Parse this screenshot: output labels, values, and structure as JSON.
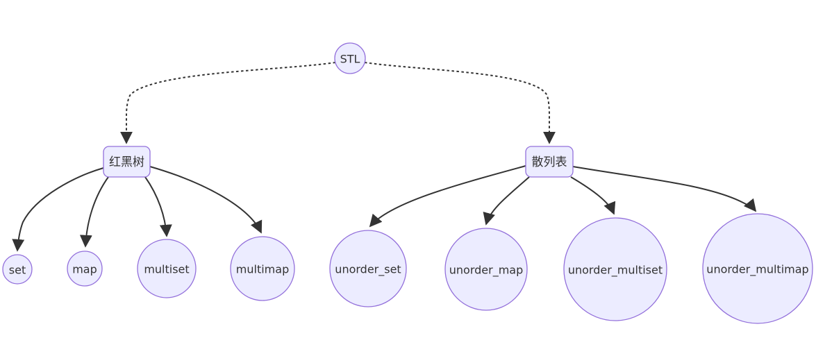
{
  "diagram": {
    "type": "flowchart-top-down",
    "nodes": {
      "stl": {
        "label": "STL",
        "shape": "circle"
      },
      "rbtree": {
        "label": "红黑树",
        "shape": "rounded-rect"
      },
      "hash": {
        "label": "散列表",
        "shape": "rounded-rect"
      },
      "set": {
        "label": "set",
        "shape": "circle"
      },
      "map": {
        "label": "map",
        "shape": "circle"
      },
      "multiset": {
        "label": "multiset",
        "shape": "circle"
      },
      "multimap": {
        "label": "multimap",
        "shape": "circle"
      },
      "unorder_set": {
        "label": "unorder_set",
        "shape": "circle"
      },
      "unorder_map": {
        "label": "unorder_map",
        "shape": "circle"
      },
      "unorder_multiset": {
        "label": "unorder_multiset",
        "shape": "circle"
      },
      "unorder_multimap": {
        "label": "unorder_multimap",
        "shape": "circle"
      }
    },
    "edges": [
      {
        "from": "STL",
        "to": "红黑树",
        "style": "dotted",
        "arrow": true
      },
      {
        "from": "STL",
        "to": "散列表",
        "style": "dotted",
        "arrow": true
      },
      {
        "from": "红黑树",
        "to": "set",
        "style": "solid",
        "arrow": true
      },
      {
        "from": "红黑树",
        "to": "map",
        "style": "solid",
        "arrow": true
      },
      {
        "from": "红黑树",
        "to": "multiset",
        "style": "solid",
        "arrow": true
      },
      {
        "from": "红黑树",
        "to": "multimap",
        "style": "solid",
        "arrow": true
      },
      {
        "from": "散列表",
        "to": "unorder_set",
        "style": "solid",
        "arrow": true
      },
      {
        "from": "散列表",
        "to": "unorder_map",
        "style": "solid",
        "arrow": true
      },
      {
        "from": "散列表",
        "to": "unorder_multiset",
        "style": "solid",
        "arrow": true
      },
      {
        "from": "散列表",
        "to": "unorder_multimap",
        "style": "solid",
        "arrow": true
      }
    ],
    "theme": {
      "node_fill": "#ECECFF",
      "node_border": "#9370DB",
      "text_color": "#333333",
      "edge_color": "#333333",
      "background": "#FFFFFF"
    }
  }
}
